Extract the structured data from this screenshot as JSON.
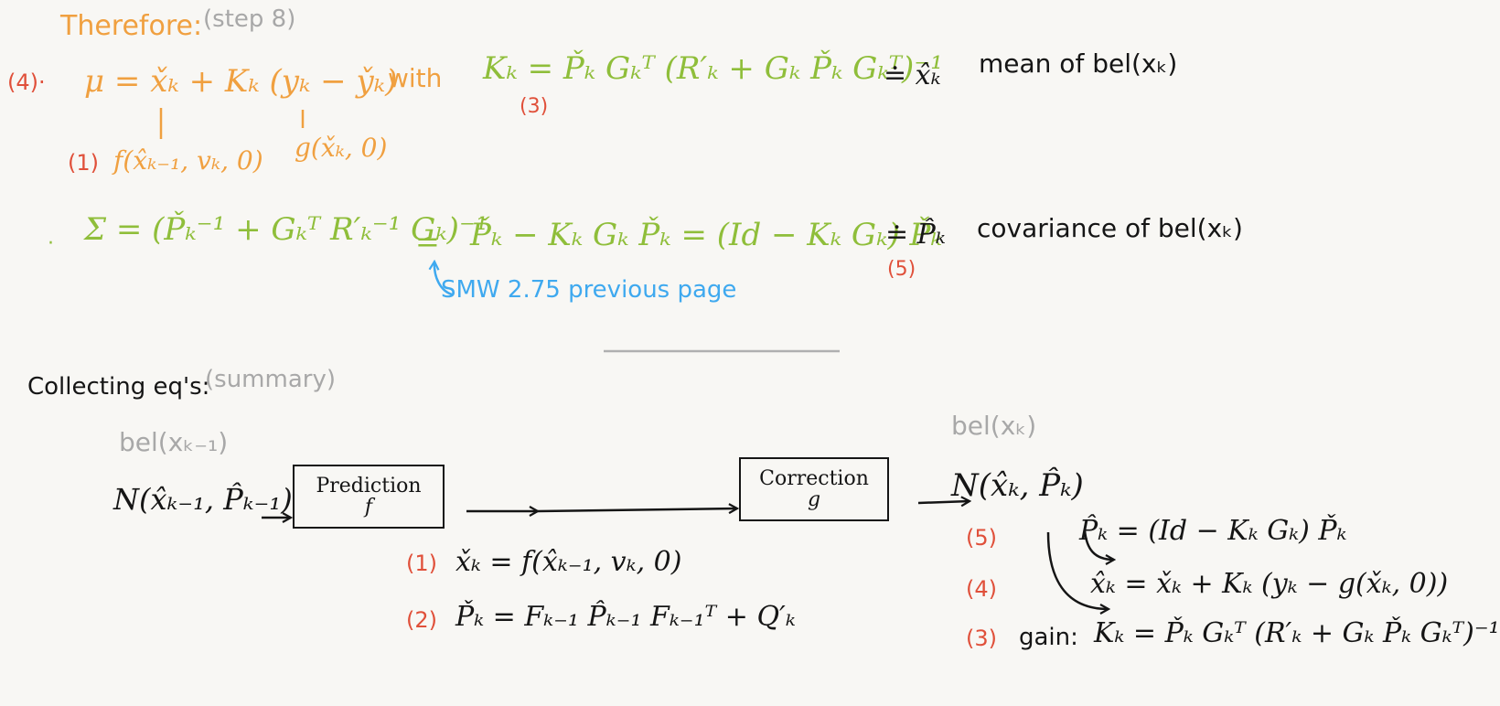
{
  "top": {
    "therefore": "Therefore:",
    "step": "(step 8)",
    "mu_num": "(4)·",
    "mu_eq": "μ = x̌ₖ + Kₖ (yₖ − y̌ₖ)",
    "with": "with",
    "gain_eq": "Kₖ = P̌ₖ Gₖᵀ (R′ₖ + Gₖ P̌ₖ Gₖᵀ)⁻¹",
    "gain_num": "(3)",
    "mean_sym": "≐ x̂ₖ",
    "mean_label": "mean of bel(xₖ)",
    "f_num": "(1)",
    "f_expr": "f(x̂ₖ₋₁, vₖ, 0)",
    "g_expr": "g(x̌ₖ, 0)",
    "cov_bullet": "·",
    "cov_eq_a": "Σ = (P̌ₖ⁻¹ + Gₖᵀ R′ₖ⁻¹ Gₖ)⁻¹",
    "cov_equal": "=",
    "cov_eq_b": "P̌ₖ − Kₖ Gₖ P̌ₖ = (Id − Kₖ Gₖ) P̌ₖ",
    "cov_sym": "≐ P̂ₖ",
    "cov_num": "(5)",
    "cov_label": "covariance of bel(xₖ)",
    "smw_note": "SMW 2.75 previous page"
  },
  "summary": {
    "title": "Collecting eq's:",
    "subtitle": "(summary)",
    "bel_prev": "bel(xₖ₋₁)",
    "n_prev": "N(x̂ₖ₋₁, P̂ₖ₋₁)",
    "prediction_title": "Prediction",
    "prediction_fn": "f",
    "correction_title": "Correction",
    "correction_fn": "g",
    "bel_k": "bel(xₖ)",
    "n_k": "N(x̂ₖ, P̂ₖ)",
    "eq1_num": "(1)",
    "eq1": "x̌ₖ = f(x̂ₖ₋₁, vₖ, 0)",
    "eq2_num": "(2)",
    "eq2": "P̌ₖ = Fₖ₋₁ P̂ₖ₋₁ Fₖ₋₁ᵀ + Q′ₖ",
    "eq5_num": "(5)",
    "eq5": "P̂ₖ = (Id − Kₖ Gₖ) P̌ₖ",
    "eq4_num": "(4)",
    "eq4": "x̂ₖ = x̌ₖ + Kₖ (yₖ − g(x̌ₖ, 0))",
    "eq3_num": "(3)",
    "eq3_label": "gain:",
    "eq3": "Kₖ = P̌ₖ Gₖᵀ (R′ₖ + Gₖ P̌ₖ Gₖᵀ)⁻¹"
  },
  "colors": {
    "orange": "#f0a040",
    "green": "#8fbe3a",
    "red": "#e0503a",
    "blue": "#3fa9ef",
    "black": "#151515",
    "gray": "#a8a8a8",
    "background": "#f8f7f4"
  }
}
